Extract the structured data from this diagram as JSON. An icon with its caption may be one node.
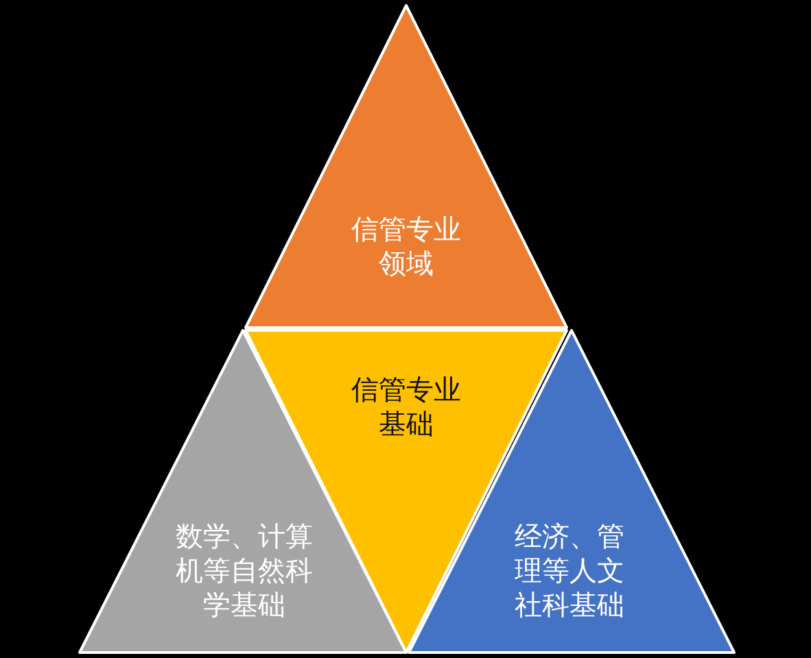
{
  "diagram": {
    "nodes": [
      {
        "text": [
          "信管专业领域"
        ]
      },
      {
        "text": [
          "信管专业基础"
        ]
      },
      {
        "text": [
          "数学、计算机等自然科学基础"
        ]
      },
      {
        "text": [
          "经济、管理等人文社科基础"
        ]
      }
    ]
  }
}
